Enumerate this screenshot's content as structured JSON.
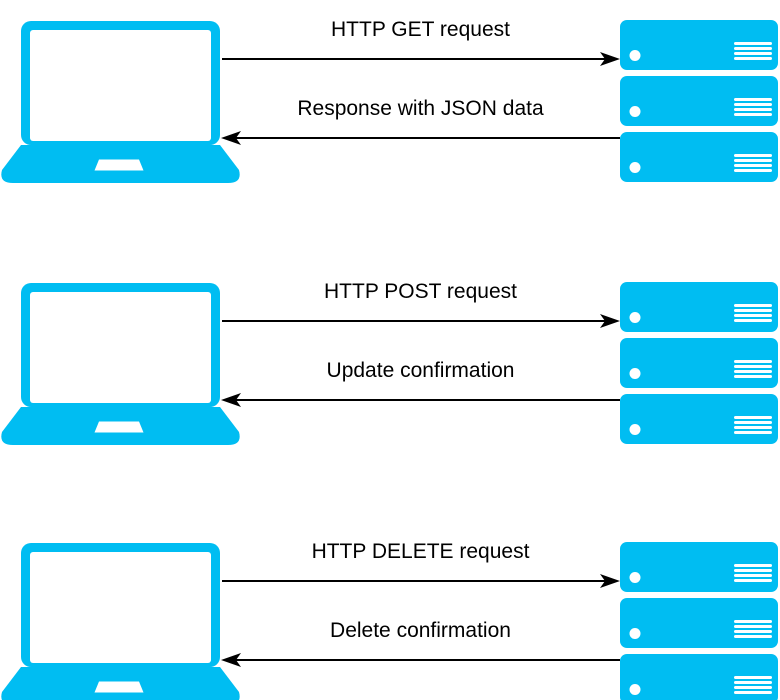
{
  "diagram": {
    "accent_color": "#00BDF2",
    "arrow_color": "#000000",
    "label_color": "#000000",
    "client_icon": "laptop-icon",
    "server_icon": "server-stack-icon",
    "rows": [
      {
        "request_label": "HTTP GET request",
        "response_label": "Response with JSON data"
      },
      {
        "request_label": "HTTP POST request",
        "response_label": "Update confirmation"
      },
      {
        "request_label": "HTTP DELETE request",
        "response_label": "Delete confirmation"
      }
    ]
  }
}
